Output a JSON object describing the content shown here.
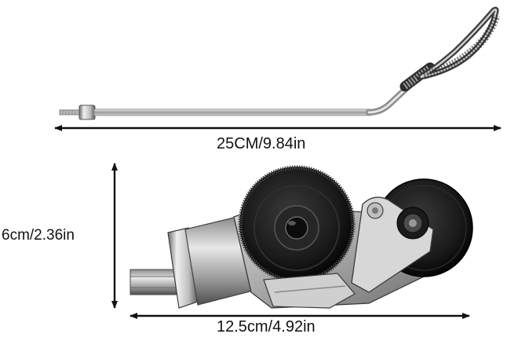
{
  "dimensions": {
    "length_rod": "25CM/9.84in",
    "height_tool": "6cm/2.36in",
    "length_tool": "12.5cm/4.92in"
  },
  "colors": {
    "background": "#ffffff",
    "metal_light": "#e4e4e4",
    "metal_mid": "#a8a8a8",
    "metal_dark": "#555555",
    "wheel_black": "#151515",
    "arrow": "#111111"
  }
}
